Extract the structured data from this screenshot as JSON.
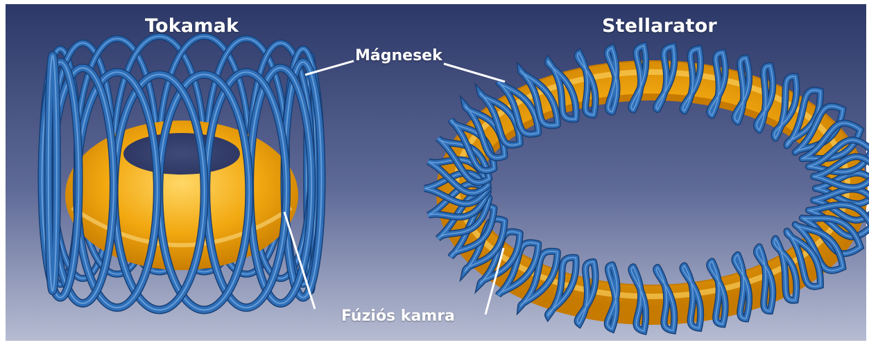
{
  "figure": {
    "titles": {
      "tokamak": "Tokamak",
      "stellarator": "Stellarator"
    },
    "labels": {
      "magnets": "Mágnesek",
      "fusion_chamber": "Fúziós kamra"
    },
    "colors": {
      "background_top": "#2c3868",
      "background_bottom": "#b6bcd2",
      "magnet_coil": "#2f6fb8",
      "magnet_coil_dark": "#173f76",
      "magnet_highlight": "#7fb2e8",
      "chamber": "#f2a810",
      "chamber_light": "#ffd766",
      "chamber_dark": "#c67a00",
      "label_text": "#ffffff"
    }
  }
}
